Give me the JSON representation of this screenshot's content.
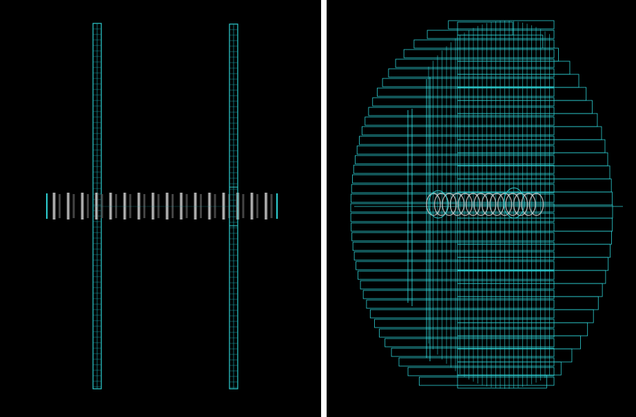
{
  "colors": {
    "wire": "#2fd3d6",
    "wire_dim": "#1aa3a8",
    "coil": "#c8c8c8",
    "coil_dark": "#6a6a6a",
    "background": "#000000",
    "divider": "#ffffff"
  },
  "panels": [
    {
      "name": "side-view",
      "content": "wireframe-detector-geometry"
    },
    {
      "name": "perspective-view",
      "content": "wireframe-detector-geometry"
    }
  ]
}
